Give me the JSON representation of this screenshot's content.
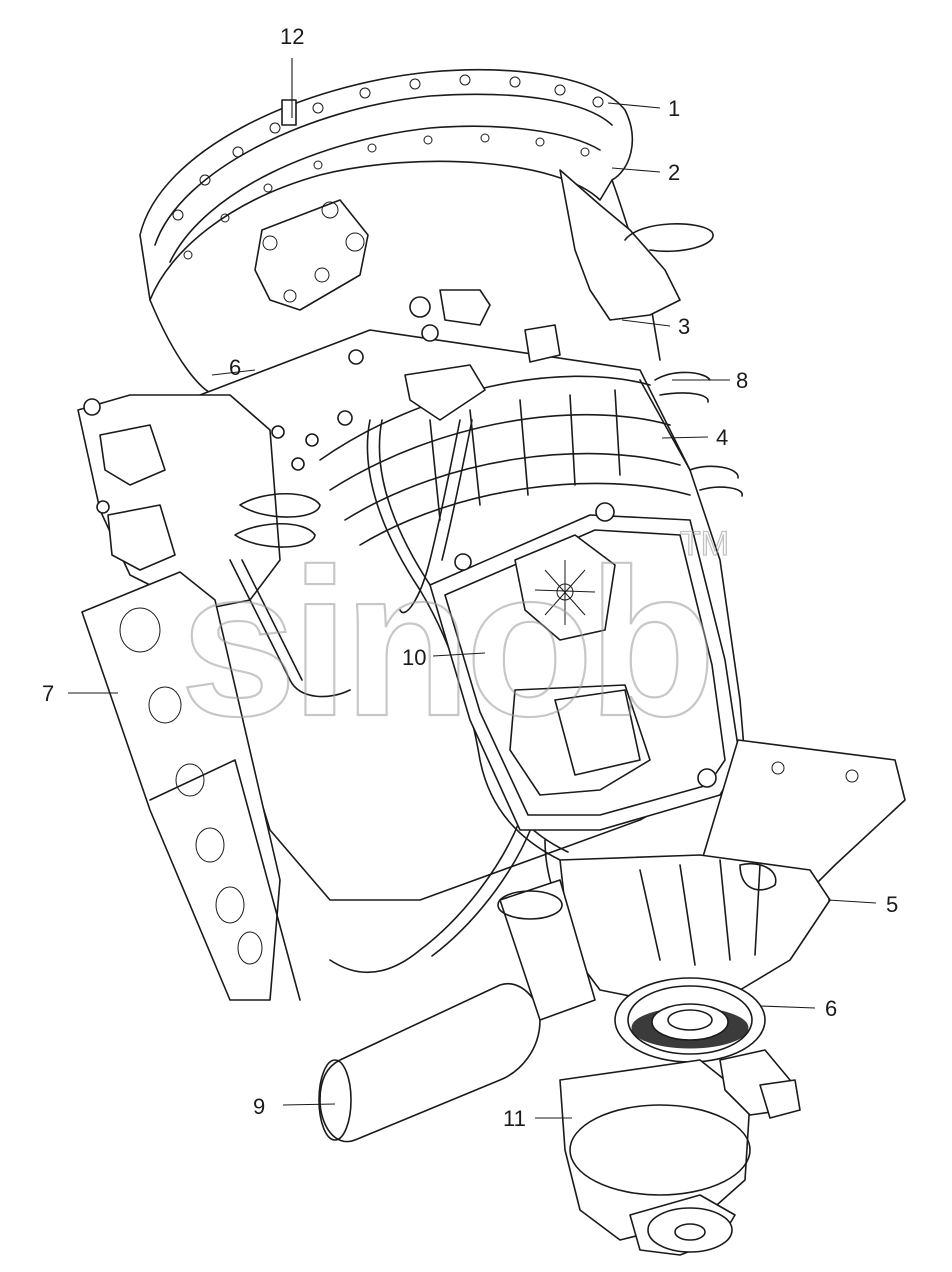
{
  "callouts": [
    {
      "id": "1",
      "label": "1"
    },
    {
      "id": "2",
      "label": "2"
    },
    {
      "id": "3",
      "label": "3"
    },
    {
      "id": "4",
      "label": "4"
    },
    {
      "id": "5",
      "label": "5"
    },
    {
      "id": "6a",
      "label": "6"
    },
    {
      "id": "6b",
      "label": "6"
    },
    {
      "id": "7",
      "label": "7"
    },
    {
      "id": "8",
      "label": "8"
    },
    {
      "id": "9",
      "label": "9"
    },
    {
      "id": "10",
      "label": "10"
    },
    {
      "id": "11",
      "label": "11"
    },
    {
      "id": "12",
      "label": "12"
    }
  ],
  "watermark": {
    "text": "sinob",
    "mark": "TM"
  },
  "colors": {
    "line": "#1a1a1a",
    "watermark": "#9a9a9a",
    "background": "#ffffff"
  }
}
